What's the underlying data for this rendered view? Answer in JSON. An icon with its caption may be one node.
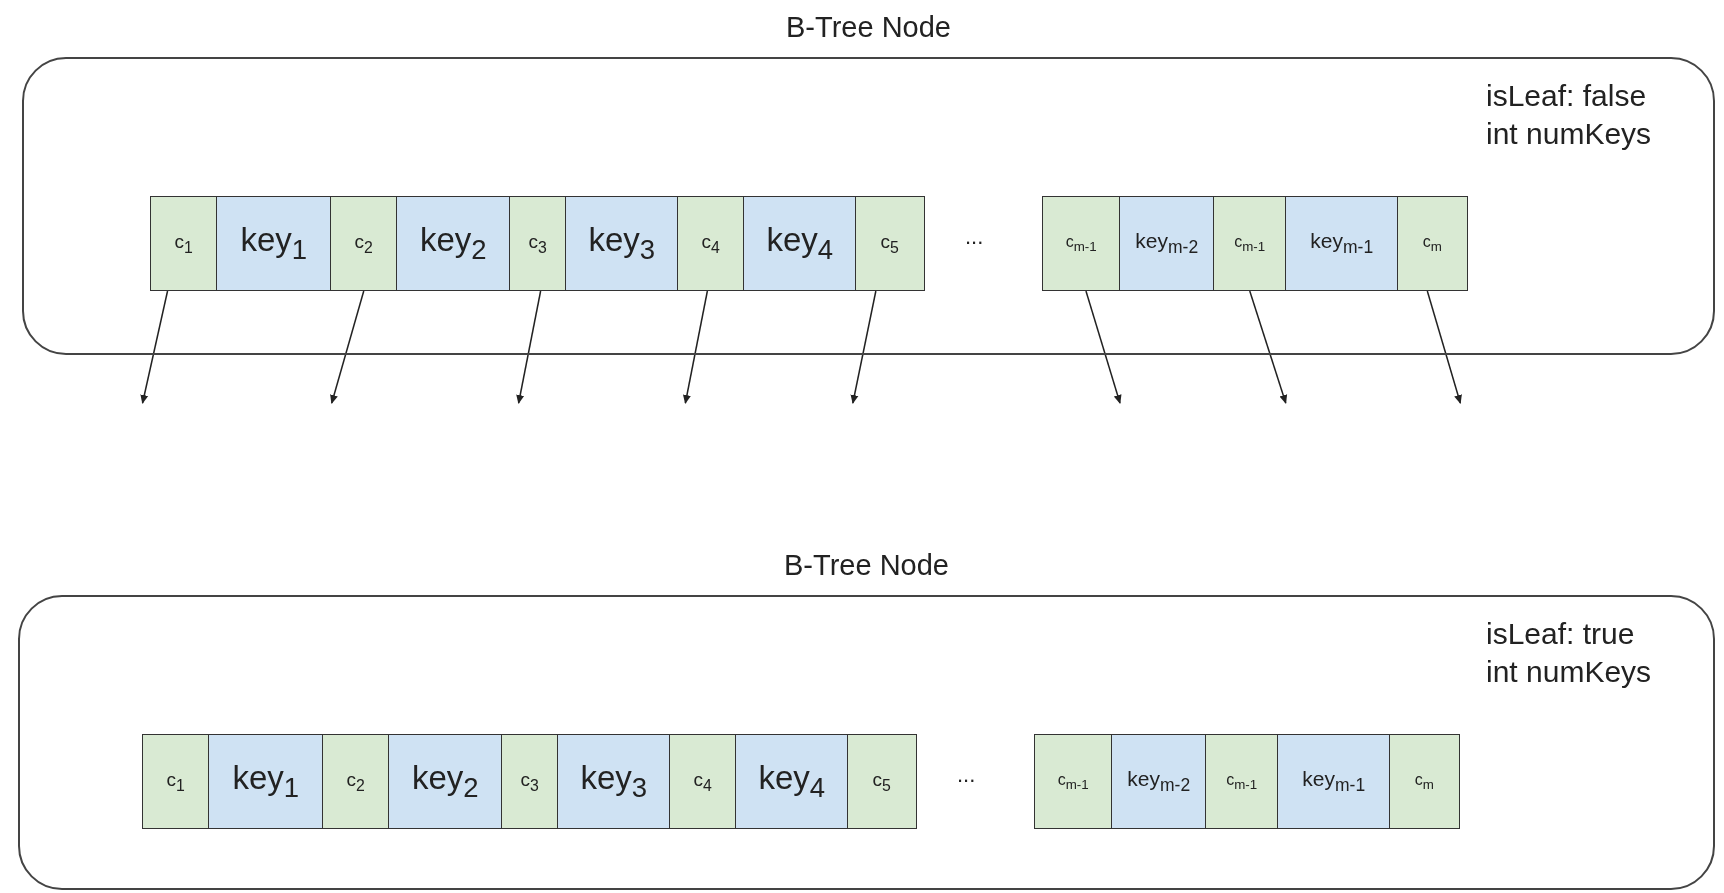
{
  "diagram": {
    "nodes": [
      {
        "text": [
          "B-Tree Node",
          "isLeaf: false int numKeys"
        ]
      },
      {
        "text": [
          "c$_{1}$"
        ],
        "in": 0
      },
      {
        "text": [
          "key$_{1}$"
        ],
        "in": 0
      },
      {
        "text": [
          "c$_{2}$"
        ],
        "in": 0
      },
      {
        "text": [
          "key$_{2}$"
        ],
        "in": 0
      },
      {
        "text": [
          "c$_{3}$"
        ],
        "in": 0
      },
      {
        "text": [
          "key$_{3}$"
        ],
        "in": 0
      },
      {
        "text": [
          "c$_{4}$"
        ],
        "in": 0
      },
      {
        "text": [
          "key$_{4}$"
        ],
        "in": 0
      },
      {
        "text": [
          "c$_{5}$"
        ],
        "in": 0
      },
      {
        "text": [
          "c$_{m-1}$"
        ],
        "in": 0
      },
      {
        "text": [
          "key$_{m-2}$"
        ],
        "in": 0
      },
      {
        "text": [
          "c$_{m-1}$"
        ],
        "in": 0
      },
      {
        "text": [
          "key$_{m-1}$"
        ],
        "in": 0
      },
      {
        "text": [
          "c$_{m}$"
        ],
        "in": 0
      },
      {
        "text": [
          "B-Tree Node",
          "isLeaf: true int numKeys"
        ]
      },
      {
        "text": [
          "c$_{1}$"
        ],
        "in": 15
      },
      {
        "text": [
          "key$_{1}$"
        ],
        "in": 15
      },
      {
        "text": [
          "c$_{2}$"
        ],
        "in": 15
      },
      {
        "text": [
          "key$_{2}$"
        ],
        "in": 15
      },
      {
        "text": [
          "c$_{3}$"
        ],
        "in": 15
      },
      {
        "text": [
          "key$_{3}$"
        ],
        "in": 15
      },
      {
        "text": [
          "c$_{4}$"
        ],
        "in": 15
      },
      {
        "text": [
          "key$_{4}$"
        ],
        "in": 15
      },
      {
        "text": [
          "c$_{5}$"
        ],
        "in": 15
      },
      {
        "text": [
          "c$_{m-1}$"
        ],
        "in": 15
      },
      {
        "text": [
          "key$_{m-2}$"
        ],
        "in": 15
      },
      {
        "text": [
          "c$_{m-1}$"
        ],
        "in": 15
      },
      {
        "text": [
          "key$_{m-1}$"
        ],
        "in": 15
      },
      {
        "text": [
          "c$_{m}$"
        ],
        "in": 15
      }
    ],
    "edges": [
      {
        "from": 1,
        "to": null,
        "arrow": "to"
      },
      {
        "from": 3,
        "to": null,
        "arrow": "to"
      },
      {
        "from": 5,
        "to": null,
        "arrow": "to"
      },
      {
        "from": 7,
        "to": null,
        "arrow": "to"
      },
      {
        "from": 9,
        "to": null,
        "arrow": "to"
      },
      {
        "from": 10,
        "to": null,
        "arrow": "to"
      },
      {
        "from": 12,
        "to": null,
        "arrow": "to"
      },
      {
        "from": 14,
        "to": null,
        "arrow": "to"
      }
    ],
    "labels": [
      "...",
      "..."
    ]
  }
}
